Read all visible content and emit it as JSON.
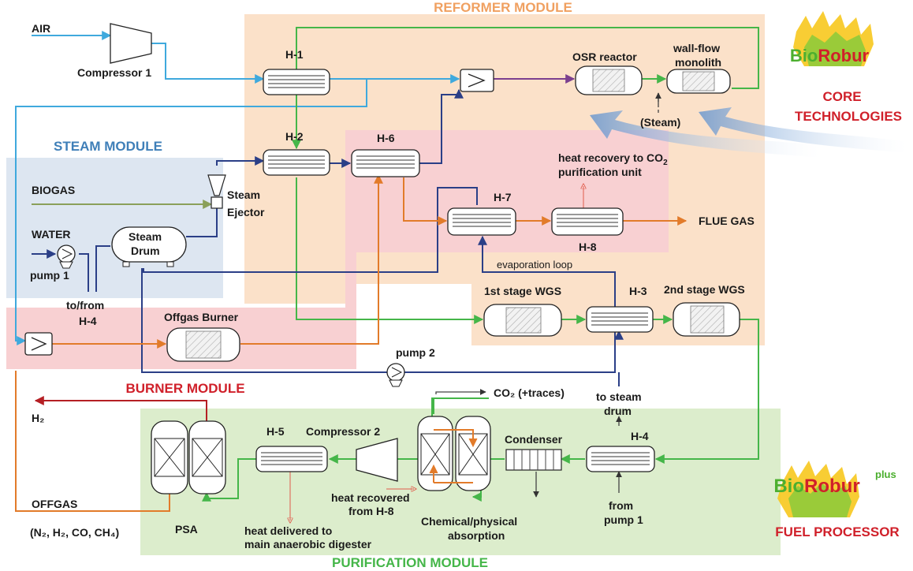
{
  "modules": {
    "reformer": "REFORMER MODULE",
    "steam": "STEAM MODULE",
    "burner": "BURNER MODULE",
    "purification": "PURIFICATION MODULE"
  },
  "streams": {
    "air": "AIR",
    "biogas": "BIOGAS",
    "water": "WATER",
    "flue_gas": "FLUE GAS",
    "h2": "H₂",
    "offgas": "OFFGAS",
    "offgas_comp": "(N₂, H₂, CO, CH₄)",
    "co2": "CO₂ (+traces)"
  },
  "equipment": {
    "compressor1": "Compressor 1",
    "compressor2": "Compressor 2",
    "h1": "H-1",
    "h2": "H-2",
    "h3": "H-3",
    "h4": "H-4",
    "h5": "H-5",
    "h6": "H-6",
    "h7": "H-7",
    "h8": "H-8",
    "osr": "OSR reactor",
    "wallflow_1": "wall-flow",
    "wallflow_2": "monolith",
    "steam_note": "(Steam)",
    "steam_ejector_1": "Steam",
    "steam_ejector_2": "Ejector",
    "steam_drum_1": "Steam",
    "steam_drum_2": "Drum",
    "pump1": "pump 1",
    "pump2": "pump 2",
    "tofrom_1": "to/from",
    "tofrom_2": "H-4",
    "offgas_burner": "Offgas Burner",
    "wgs1": "1st stage WGS",
    "wgs2": "2nd stage WGS",
    "evap_loop": "evaporation loop",
    "heat_rec_1": "heat recovery to CO",
    "heat_rec_sub": "2",
    "heat_rec_2": "purification unit",
    "to_steam_1": "to steam",
    "to_steam_2": "drum",
    "condenser": "Condenser",
    "from_pump_1": "from",
    "from_pump_2": "pump 1",
    "heat_recovered_1": "heat recovered",
    "heat_recovered_2": "from H-8",
    "chem_abs_1": "Chemical/physical",
    "chem_abs_2": "absorption",
    "psa": "PSA",
    "heat_delivered_1": "heat delivered to",
    "heat_delivered_2": "main anaerobic digester"
  },
  "branding": {
    "logo_top": "BioRobur",
    "logo_bottom": "BioRobur",
    "logo_plus": "plus",
    "core_1": "CORE",
    "core_2": "TECHNOLOGIES",
    "fuel_processor": "FUEL PROCESSOR"
  },
  "colors": {
    "reformer_bg": "#fbe1c9",
    "steam_bg": "#dde6f1",
    "burner_bg": "#f8d0d2",
    "purification_bg": "#dcedcc",
    "reformer_text": "#f0a060",
    "steam_text": "#3f7fb8",
    "burner_text": "#d0202a",
    "purification_text": "#45b649",
    "brand_red": "#d0202a"
  }
}
